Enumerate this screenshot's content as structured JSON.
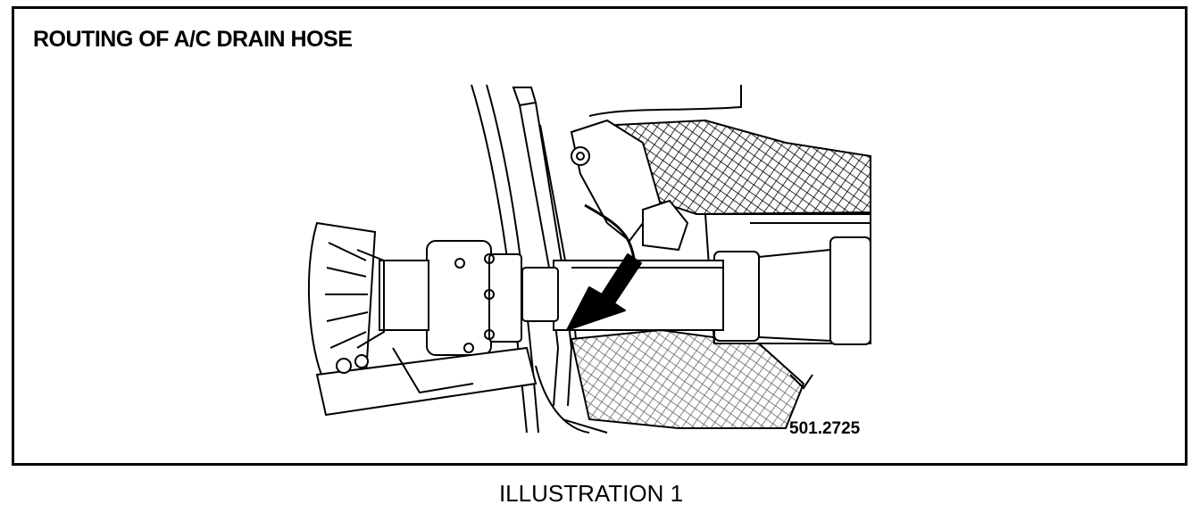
{
  "figure": {
    "title": "ROUTING OF A/C DRAIN HOSE",
    "code": "501.2725",
    "caption": "ILLUSTRATION 1"
  }
}
